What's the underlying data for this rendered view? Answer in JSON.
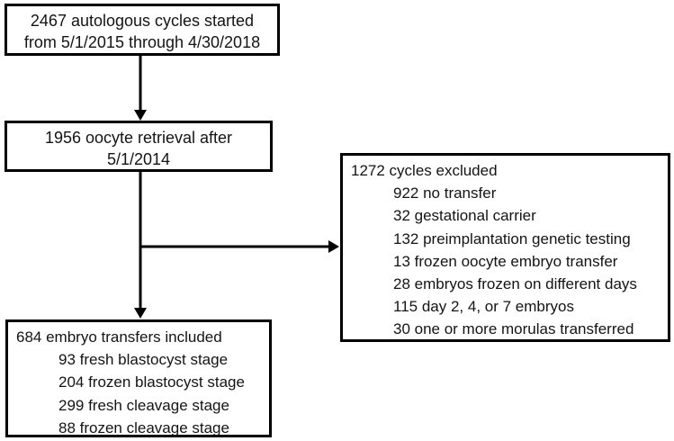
{
  "diagram": {
    "box_started": {
      "line1": "2467 autologous cycles started",
      "line2": "from 5/1/2015 through 4/30/2018"
    },
    "box_retrieval": {
      "line1": "1956 oocyte retrieval after",
      "line2": "5/1/2014"
    },
    "box_excluded": {
      "title": "1272 cycles excluded",
      "items": [
        "922 no transfer",
        "32 gestational carrier",
        "132 preimplantation genetic testing",
        "13 frozen oocyte embryo transfer",
        "28 embryos frozen on different days",
        "115 day 2, 4, or 7 embryos",
        "30 one or more morulas transferred"
      ]
    },
    "box_included": {
      "title": "684 embryo transfers included",
      "items": [
        "93 fresh blastocyst stage",
        "204 frozen blastocyst stage",
        "299 fresh cleavage stage",
        "88 frozen cleavage stage"
      ]
    },
    "colors": {
      "border": "#000000",
      "text": "#141414",
      "background": "#ffffff"
    }
  }
}
